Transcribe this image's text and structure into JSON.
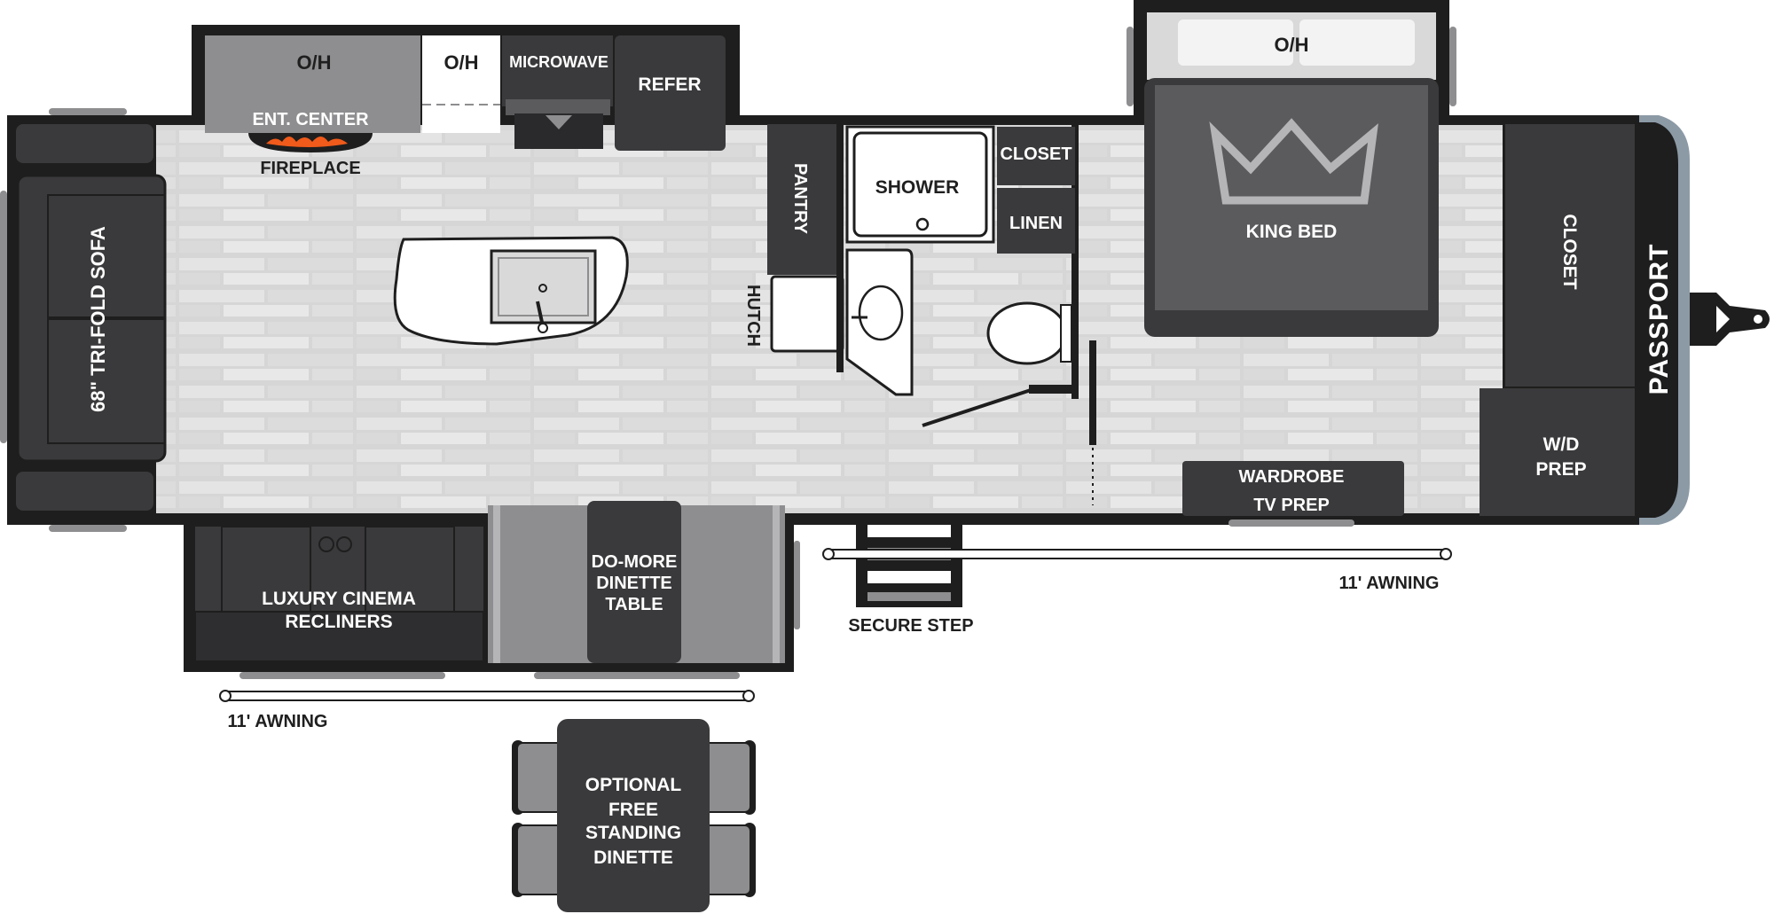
{
  "colors": {
    "wall": "#1e1e1e",
    "dark_fixture": "#3a393b",
    "mid_fixture": "#5b5a5d",
    "light_fixture": "#8e8e90",
    "floor": "#d6d6d7",
    "floor_plank": "#e6e6e7",
    "white": "#ffffff",
    "flame": "#f05a1a",
    "cap_grey": "#8c9aa6"
  },
  "icons": {
    "king_bed": "crown-icon",
    "fireplace": "flame-icon",
    "sink": "sink-icon",
    "hitch": "hitch-icon"
  },
  "labels": {
    "oh_kitchen": "O/H",
    "oh_center": "O/H",
    "microwave": "MICROWAVE",
    "refer": "REFER",
    "ent_center": "ENT. CENTER",
    "fireplace": "FIREPLACE",
    "sofa": "68\" TRI-FOLD SOFA",
    "pantry": "PANTRY",
    "hutch": "HUTCH",
    "shower": "SHOWER",
    "closet_bath": "CLOSET",
    "linen": "LINEN",
    "oh_bedroom": "O/H",
    "king_bed": "KING BED",
    "closet_front": "CLOSET",
    "wd_prep_1": "W/D",
    "wd_prep_2": "PREP",
    "wardrobe_1": "WARDROBE",
    "wardrobe_2": "TV PREP",
    "recliners_1": "LUXURY CINEMA",
    "recliners_2": "RECLINERS",
    "dinette_1": "DO-MORE",
    "dinette_2": "DINETTE",
    "dinette_3": "TABLE",
    "secure_step": "SECURE STEP",
    "awning_right": "11' AWNING",
    "awning_left": "11' AWNING",
    "optional_1": "OPTIONAL",
    "optional_2": "FREE",
    "optional_3": "STANDING",
    "optional_4": "DINETTE",
    "brand": "PASSPORT"
  }
}
